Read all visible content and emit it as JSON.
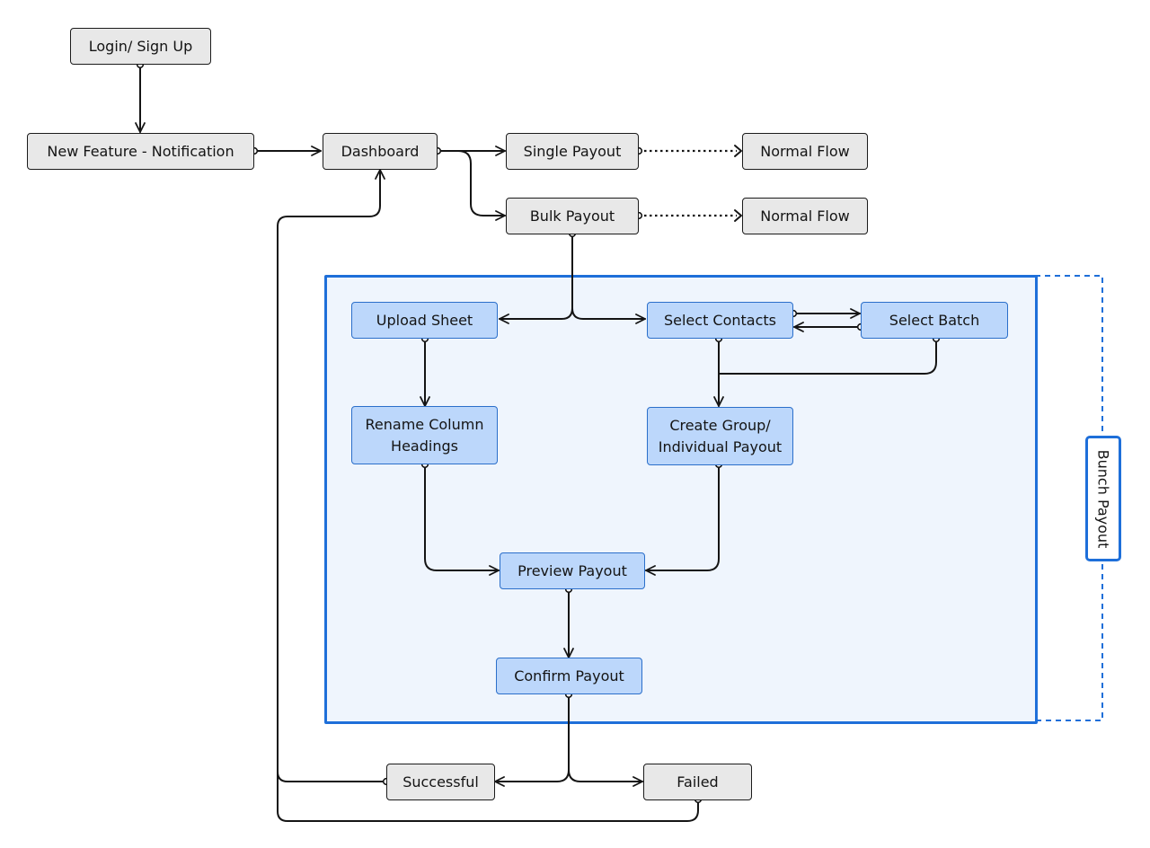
{
  "colors": {
    "group_border": "#1e6fd9",
    "group_fill": "#eff5fd",
    "grey_node_fill": "#e8e8e8",
    "blue_node_fill": "#bcd7fb",
    "blue_node_border": "#2b6fca",
    "line": "#141414"
  },
  "group": {
    "label": "Bunch Payout"
  },
  "nodes": {
    "login": "Login/ Sign Up",
    "new_feature": "New Feature - Notification",
    "dashboard": "Dashboard",
    "single_payout": "Single Payout",
    "bulk_payout": "Bulk Payout",
    "normal_flow_1": "Normal Flow",
    "normal_flow_2": "Normal Flow",
    "upload_sheet": "Upload Sheet",
    "select_contacts": "Select Contacts",
    "select_batch": "Select Batch",
    "rename_column_line1": "Rename Column",
    "rename_column_line2": "Headings",
    "create_group_line1": "Create Group/",
    "create_group_line2": "Individual Payout",
    "preview_payout": "Preview Payout",
    "confirm_payout": "Confirm Payout",
    "successful": "Successful",
    "failed": "Failed"
  }
}
